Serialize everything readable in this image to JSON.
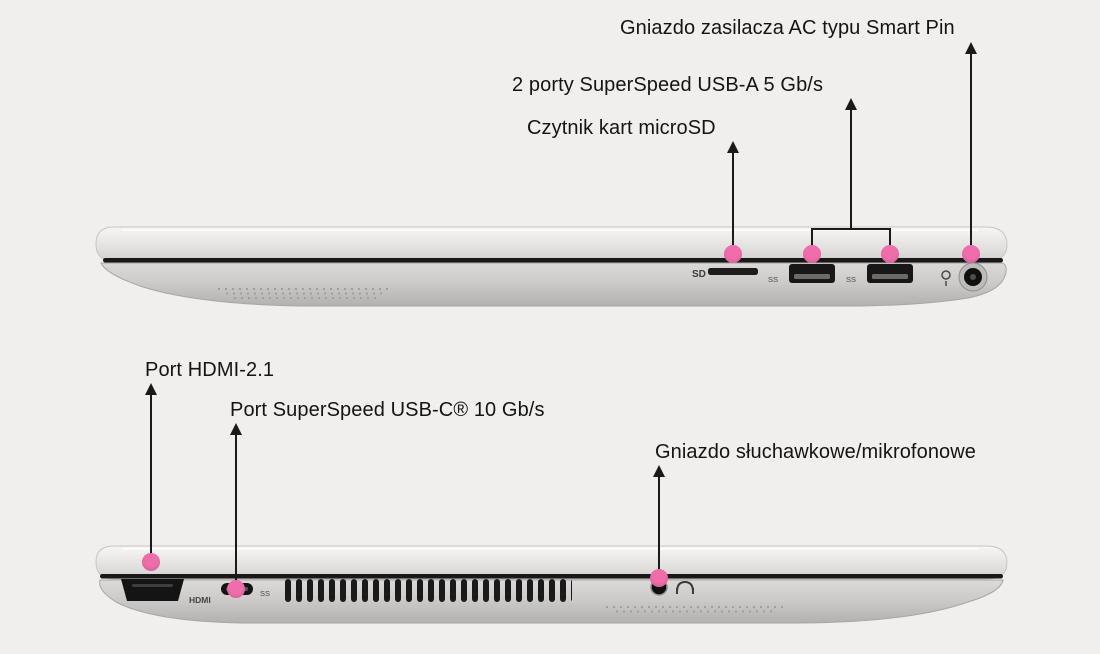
{
  "background_color": "#f0efed",
  "accent_pink": "#f06dab",
  "line_color": "#1a1a1a",
  "top_view": {
    "callouts": [
      {
        "id": "ac-power",
        "label": "Gniazdo zasilacza AC typu Smart Pin"
      },
      {
        "id": "usb-a",
        "label": "2 porty SuperSpeed USB-A 5 Gb/s"
      },
      {
        "id": "microsd",
        "label": "Czytnik kart microSD"
      }
    ],
    "markings": {
      "sd": "SD",
      "ss": "SS"
    }
  },
  "bottom_view": {
    "callouts": [
      {
        "id": "hdmi",
        "label": "Port HDMI-2.1"
      },
      {
        "id": "usb-c",
        "label": "Port SuperSpeed USB-C® 10 Gb/s"
      },
      {
        "id": "headphone",
        "label": "Gniazdo słuchawkowe/mikrofonowe"
      }
    ],
    "markings": {
      "hdmi": "HDMI",
      "ss": "SS"
    }
  }
}
